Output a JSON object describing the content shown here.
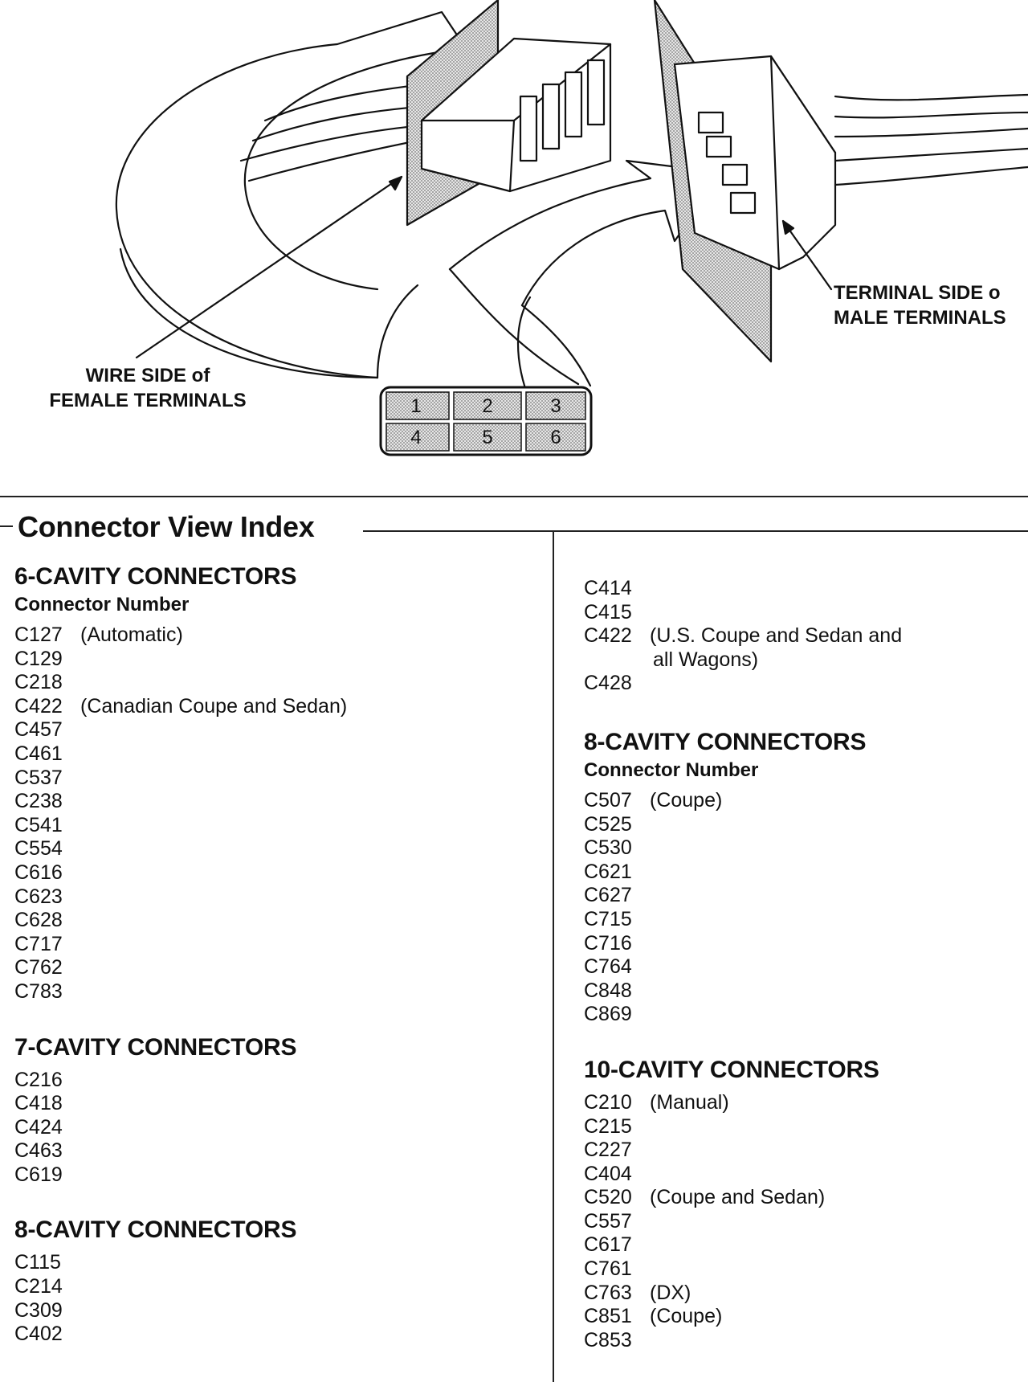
{
  "diagram": {
    "label_wire_side": "WIRE SIDE of\nFEMALE TERMINALS",
    "label_terminal_side": "TERMINAL SIDE o\nMALE TERMINALS",
    "cavity_grid": [
      "1",
      "2",
      "3",
      "4",
      "5",
      "6"
    ]
  },
  "index": {
    "title": "Connector View Index",
    "left_sections": [
      {
        "title": "6-CAVITY CONNECTORS",
        "subtitle": "Connector Number",
        "items": [
          {
            "num": "C127",
            "note": "(Automatic)"
          },
          {
            "num": "C129",
            "note": ""
          },
          {
            "num": "C218",
            "note": ""
          },
          {
            "num": "C422",
            "note": "(Canadian Coupe and Sedan)"
          },
          {
            "num": "C457",
            "note": ""
          },
          {
            "num": "C461",
            "note": ""
          },
          {
            "num": "C537",
            "note": ""
          },
          {
            "num": "C238",
            "note": ""
          },
          {
            "num": "C541",
            "note": ""
          },
          {
            "num": "C554",
            "note": ""
          },
          {
            "num": "C616",
            "note": ""
          },
          {
            "num": "C623",
            "note": ""
          },
          {
            "num": "C628",
            "note": ""
          },
          {
            "num": "C717",
            "note": ""
          },
          {
            "num": "C762",
            "note": ""
          },
          {
            "num": "C783",
            "note": ""
          }
        ]
      },
      {
        "title": "7-CAVITY CONNECTORS",
        "subtitle": "",
        "items": [
          {
            "num": "C216",
            "note": ""
          },
          {
            "num": "C418",
            "note": ""
          },
          {
            "num": "C424",
            "note": ""
          },
          {
            "num": "C463",
            "note": ""
          },
          {
            "num": "C619",
            "note": ""
          }
        ]
      },
      {
        "title": "8-CAVITY CONNECTORS",
        "subtitle": "",
        "items": [
          {
            "num": "C115",
            "note": ""
          },
          {
            "num": "C214",
            "note": ""
          },
          {
            "num": "C309",
            "note": ""
          },
          {
            "num": "C402",
            "note": ""
          }
        ]
      }
    ],
    "right_top_items": [
      {
        "num": "C414",
        "note": "",
        "cont": ""
      },
      {
        "num": "C415",
        "note": "",
        "cont": ""
      },
      {
        "num": "C422",
        "note": "(U.S. Coupe and Sedan and",
        "cont": "all Wagons)"
      },
      {
        "num": "C428",
        "note": "",
        "cont": ""
      }
    ],
    "right_sections": [
      {
        "title": "8-CAVITY CONNECTORS",
        "subtitle": "Connector Number",
        "items": [
          {
            "num": "C507",
            "note": "(Coupe)"
          },
          {
            "num": "C525",
            "note": ""
          },
          {
            "num": "C530",
            "note": ""
          },
          {
            "num": "C621",
            "note": ""
          },
          {
            "num": "C627",
            "note": ""
          },
          {
            "num": "C715",
            "note": ""
          },
          {
            "num": "C716",
            "note": ""
          },
          {
            "num": "C764",
            "note": ""
          },
          {
            "num": "C848",
            "note": ""
          },
          {
            "num": "C869",
            "note": ""
          }
        ]
      },
      {
        "title": "10-CAVITY CONNECTORS",
        "subtitle": "",
        "items": [
          {
            "num": "C210",
            "note": "(Manual)"
          },
          {
            "num": "C215",
            "note": ""
          },
          {
            "num": "C227",
            "note": ""
          },
          {
            "num": "C404",
            "note": ""
          },
          {
            "num": "C520",
            "note": "(Coupe and Sedan)"
          },
          {
            "num": "C557",
            "note": ""
          },
          {
            "num": "C617",
            "note": ""
          },
          {
            "num": "C761",
            "note": ""
          },
          {
            "num": "C763",
            "note": "(DX)"
          },
          {
            "num": "C851",
            "note": "(Coupe)"
          },
          {
            "num": "C853",
            "note": ""
          }
        ]
      }
    ]
  }
}
